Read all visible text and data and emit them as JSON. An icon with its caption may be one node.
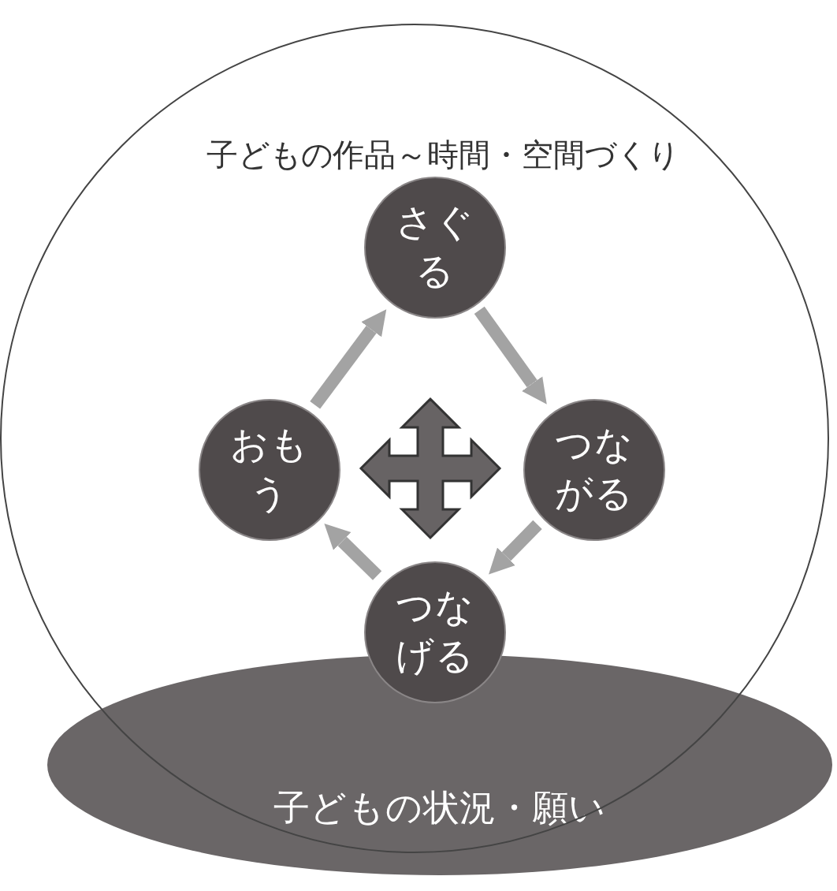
{
  "diagram": {
    "nodes": [
      {
        "text": [
          "子どもの作品～時間・空間づくり"
        ]
      },
      {
        "text": [
          "さぐる"
        ],
        "in": 0
      },
      {
        "text": [
          "つながる"
        ],
        "in": 0
      },
      {
        "text": [
          "つなげる"
        ],
        "in": 0
      },
      {
        "text": [
          "おもう"
        ],
        "in": 0
      },
      {
        "text": [
          "子どもの状況・願い"
        ]
      }
    ],
    "edges": [
      {
        "from": 1,
        "to": 2,
        "arrow": "to"
      },
      {
        "from": 2,
        "to": 3,
        "arrow": "to"
      },
      {
        "from": 3,
        "to": 4,
        "arrow": "to"
      },
      {
        "from": 4,
        "to": 1,
        "arrow": "to"
      }
    ]
  }
}
